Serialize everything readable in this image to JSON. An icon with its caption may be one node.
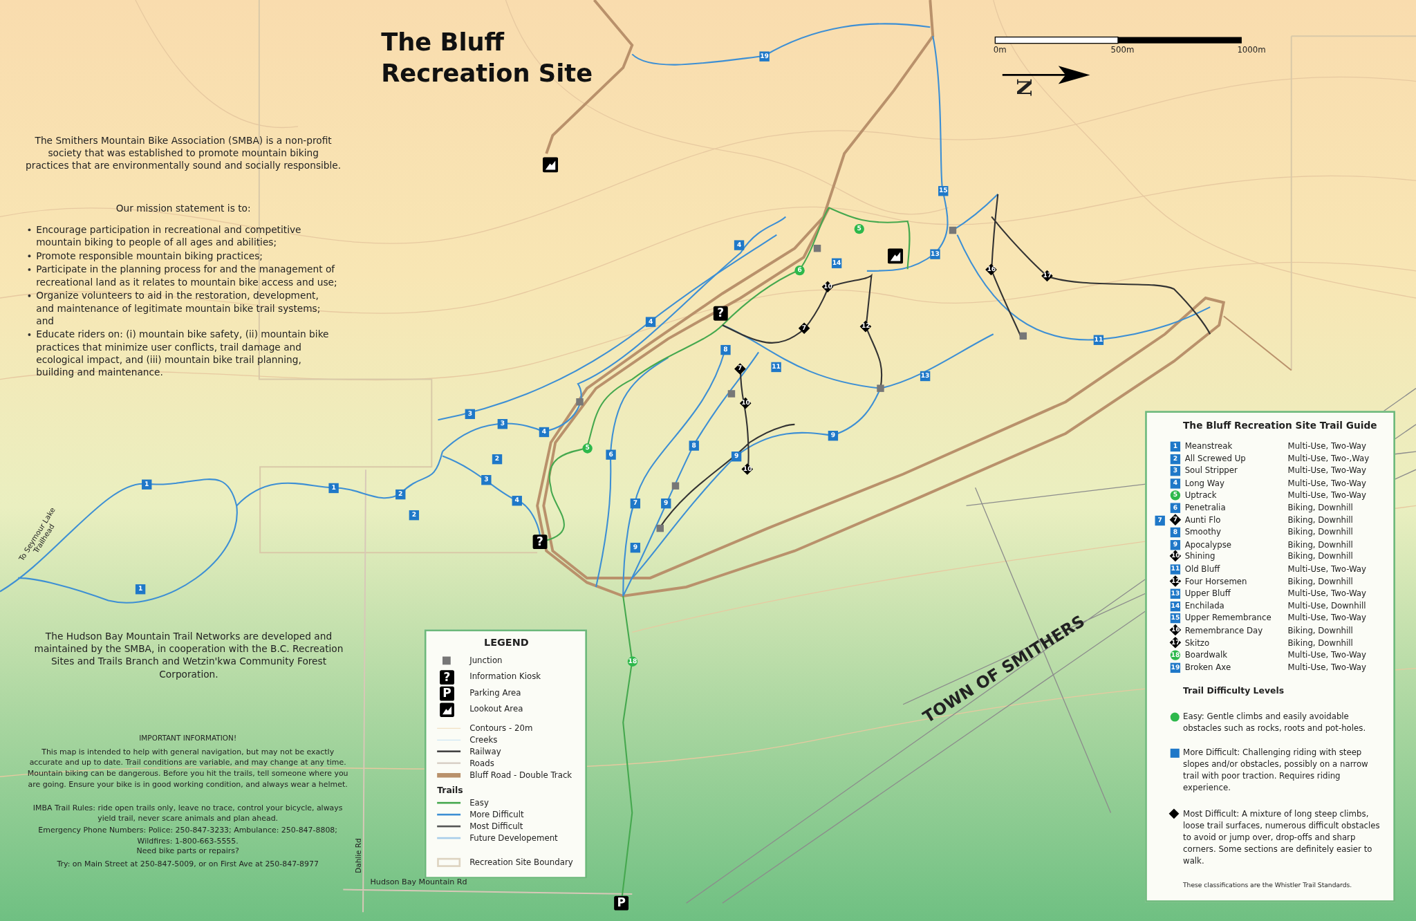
{
  "diagram": {
    "title": "The Bluff Recreation Site",
    "labels": [
      "The Smithers Mountain Bike Association (SMBA) is a non-profit society that was established to promote mountain biking practices that are environmentally sound and socially responsible.",
      "Our mission statement is to:",
      "Encourage participation in recreational and competitive mountain biking to people of all ages and abilities;",
      "Promote responsible mountain biking practices;",
      "Participate in the planning process for and the management of recreational land as it relates to mountain bike access and use;",
      "Organize volunteers to aid in the restoration, development, and maintenance of legitimate mountain bike trail systems; and",
      "Educate riders on: (i) mountain bike safety, (ii) mountain bike practices that minimize user conflicts, trail damage and ecological impact, and (iii) mountain bike trail planning, building and maintenance.",
      "0m",
      "500m",
      "1000m",
      "N",
      "The Hudson Bay Mountain Trail Networks are developed and maintained by the SMBA, in cooperation with the B.C. Recreation Sites and Trails Branch and Wetzin'kwa Community Forest Corporation.",
      "IMPORTANT INFORMATION!",
      "This map is intended to help with general navigation, but may not be exactly accurate and up to date. Trail conditions are variable, and may change at any time. Mountain biking can be dangerous. Before you hit the trails, tell someone where you are going. Ensure your bike is in good working condition, and always wear a helmet.",
      "IMBA Trail Rules: ride open trails only, leave no trace, control your bicycle, always yield trail, never scare animals and plan ahead.",
      "Emergency Phone Numbers: Police: 250-847-3233; Ambulance: 250-847-8808; Wildfires: 1-800-663-5555.",
      "Need bike parts or repairs?",
      "Try: on Main Street at 250-847-5009, or on First Ave at 250-847-8977",
      "To Seymour Lake Trailhead",
      "Dahlie Rd",
      "Hudson Bay Mountain Rd",
      "TOWN OF SMITHERS",
      "19",
      "15",
      "5",
      "4",
      "6",
      "14",
      "13",
      "16",
      "17",
      "10",
      "4",
      "7",
      "12",
      "8",
      "7",
      "11",
      "13",
      "11",
      "3",
      "3",
      "4",
      "2",
      "6",
      "8",
      "9",
      "9",
      "10",
      "10",
      "5",
      "3",
      "4",
      "7",
      "9",
      "9",
      "1",
      "1",
      "2",
      "2",
      "1",
      "18",
      "?",
      "?",
      "P",
      "LEGEND",
      "?",
      "P",
      "Trails",
      "The Bluff Recreation Site Trail Guide",
      "1",
      "Meanstreak",
      "Multi-Use, Two-Way",
      "2",
      "All Screwed Up",
      "Multi-Use, Two-,Way",
      "3",
      "Soul Stripper",
      "Multi-Use, Two-Way",
      "4",
      "Long Way",
      "Multi-Use, Two-Way",
      "5",
      "Uptrack",
      "Multi-Use, Two-Way",
      "6",
      "Penetralia",
      "Biking, Downhill",
      "7",
      "7",
      "Aunti Flo",
      "Biking, Downhill",
      "8",
      "Smoothy",
      "Biking, Downhill",
      "9",
      "Apocalypse",
      "Biking, Downhill",
      "10",
      "Shining",
      "Biking, Downhill",
      "11",
      "Old Bluff",
      "Multi-Use, Two-Way",
      "12",
      "Four Horsemen",
      "Biking, Downhill",
      "13",
      "Upper Bluff",
      "Multi-Use, Two-Way",
      "14",
      "Enchilada",
      "Multi-Use, Downhill",
      "15",
      "Upper Remembrance",
      "Multi-Use, Two-Way",
      "16",
      "Remembrance Day",
      "Biking, Downhill",
      "17",
      "Skitzo",
      "Biking, Downhill",
      "18",
      "Boardwalk",
      "Multi-Use, Two-Way",
      "19",
      "Broken Axe",
      "Multi-Use, Two-Way",
      "Trail Difficulty Levels",
      "These classifications are the Whistler Trail Standards."
    ],
    "legend": [
      {
        "text": "Junction"
      },
      {
        "text": "Information Kiosk"
      },
      {
        "text": "Parking Area"
      },
      {
        "text": "Lookout Area"
      },
      {
        "text": "Contours - 20m"
      },
      {
        "text": "Creeks"
      },
      {
        "text": "Railway"
      },
      {
        "text": "Roads"
      },
      {
        "text": "Bluff Road - Double Track"
      },
      {
        "text": "Easy"
      },
      {
        "text": "More Difficult"
      },
      {
        "text": "Most Difficult"
      },
      {
        "text": "Future Developement"
      },
      {
        "text": "Recreation Site Boundary"
      },
      {
        "text": "Easy: Gentle climbs and easily avoidable obstacles such as rocks, roots and pot-holes.",
        "color": "#2db84b"
      },
      {
        "text": "More Difficult: Challenging riding with steep slopes and/or obstacles, possibly on a narrow trail with poor traction. Requires riding experience.",
        "color": "#1f78c8"
      },
      {
        "text": "Most Difficult: A mixture of long steep climbs, loose trail surfaces, numerous difficult obstacles to avoid or jump over, drop-offs and sharp corners. Some sections are definitely easier to walk.",
        "color": "#000000"
      }
    ]
  }
}
